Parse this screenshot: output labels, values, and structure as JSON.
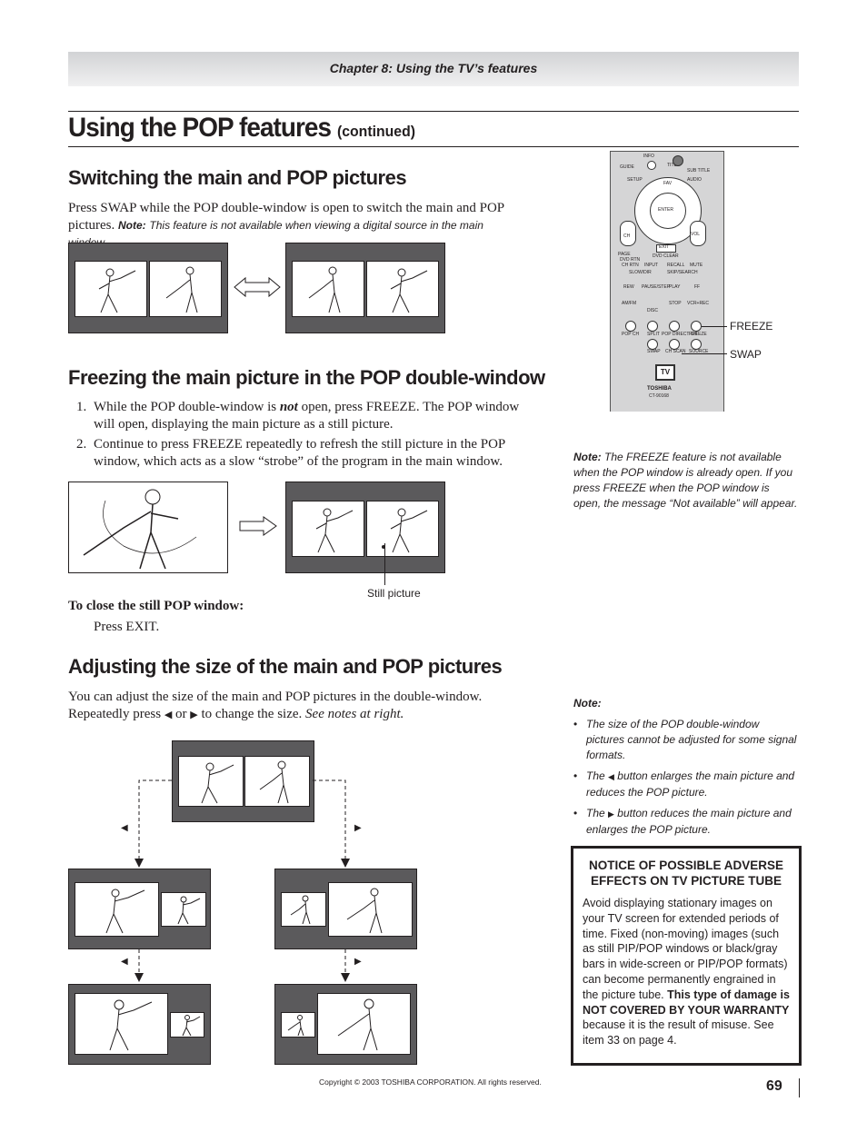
{
  "header": {
    "chapter": "Chapter 8: Using the TV’s features"
  },
  "title": {
    "main": "Using the POP features",
    "continued": "(continued)"
  },
  "swap_section": {
    "heading": "Switching the main and POP pictures",
    "body": "Press SWAP while the POP double-window is open to switch the main and POP pictures.",
    "note_label": "Note:",
    "note_text": "This feature is not available when viewing a digital source in the main window."
  },
  "freeze_section": {
    "heading": "Freezing the main picture in the POP double-window",
    "step1_num": "1.",
    "step1_a": "While the POP double-window is",
    "step1_not": "not",
    "step1_b": "open, press FREEZE. The POP window will open, displaying the main picture as a still picture.",
    "step2_num": "2.",
    "step2": "Continue to press FREEZE repeatedly to refresh the still picture in the POP window, which acts as a slow “strobe” of the program in the main window.",
    "still_label": "Still picture",
    "close_heading": "To close the still POP window:",
    "close_text": "Press EXIT."
  },
  "size_section": {
    "heading": "Adjusting the size of the main and POP pictures",
    "body_a": "You can adjust the size of the main and POP pictures in the double-window. Repeatedly press",
    "left_arrow": "◀",
    "or": "or",
    "right_arrow": "▶",
    "body_b": "to change the size.",
    "see_notes": "See notes at right."
  },
  "remote": {
    "freeze_label": "FREEZE",
    "swap_label": "SWAP",
    "model": "CT-90168",
    "brand": "TOSHIBA",
    "enter": "ENTER",
    "exit": "EXIT",
    "buttons": {
      "guide": "GUIDE",
      "info": "INFO",
      "title": "TITLE",
      "subtitle": "SUB TITLE",
      "setup": "SETUP",
      "audio": "AUDIO",
      "fav": "FAV",
      "ch": "CH",
      "vol": "VOL",
      "page": "PAGE",
      "chrtn": "CH RTN",
      "input": "INPUT",
      "recall": "RECALL",
      "mute": "MUTE",
      "dvd_clear": "DVD CLEAR",
      "dvd_rtn": "DVD RTN",
      "slow_dir": "SLOW/DIR",
      "skip_search": "SKIP/SEARCH",
      "rew": "REW",
      "pause_step": "PAUSE/STEP",
      "play": "PLAY",
      "ff": "FF",
      "am_fm": "AM/FM",
      "stop": "STOP",
      "vcr_rec": "VCR+REC",
      "disc": "DISC",
      "pop_ch": "POP CH",
      "split": "SPLIT",
      "pop_direct_ch": "POP DIRECT CH",
      "freeze": "FREEZE",
      "swap": "SWAP",
      "ch_scan": "CH SCAN",
      "source": "SOURCE"
    }
  },
  "freeze_note": {
    "label": "Note:",
    "text": "The FREEZE feature is not available when the POP window is already open. If you press FREEZE when the POP window is open, the message “Not available” will appear."
  },
  "size_notes": {
    "label": "Note:",
    "item1": "The size of the POP double-window pictures cannot be adjusted for some signal formats.",
    "item2_a": "The",
    "item2_b": "button enlarges the main picture and reduces the POP picture.",
    "item3_a": "The",
    "item3_b": "button reduces the main picture and enlarges the POP picture.",
    "left_arrow": "◀",
    "right_arrow": "▶"
  },
  "notice": {
    "title": "NOTICE OF POSSIBLE ADVERSE EFFECTS ON TV PICTURE TUBE",
    "text_a": "Avoid displaying stationary images on your TV screen for extended periods of time. Fixed (non-moving) images (such as still PIP/POP windows or black/gray bars in wide-screen or PIP/POP formats) can become permanently engrained in the picture tube.",
    "text_bold": "This type of damage is NOT COVERED BY YOUR WARRANTY",
    "text_b": "because it is the result of misuse. See item 33 on page 4."
  },
  "diagram_arrows": {
    "left": "◀",
    "right": "▶"
  },
  "footer": {
    "copyright": "Copyright © 2003 TOSHIBA CORPORATION. All rights reserved.",
    "page_number": "69"
  }
}
